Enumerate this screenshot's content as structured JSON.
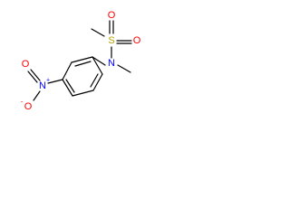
{
  "molecule": {
    "atoms": {
      "sulfur": "S",
      "oxygen_top": "O",
      "oxygen_right": "O",
      "nitrogen_amine": "N",
      "nitrogen_nitro": "N",
      "nitro_charge": "+",
      "oxygen_nitro_top": "O",
      "oxygen_nitro_bottom": "O",
      "oxygen_nitro_charge": "-"
    },
    "colors": {
      "carbon_bond": "#000000",
      "sulfur": "#b8a200",
      "oxygen": "#ff0000",
      "nitrogen": "#0000ff"
    }
  }
}
